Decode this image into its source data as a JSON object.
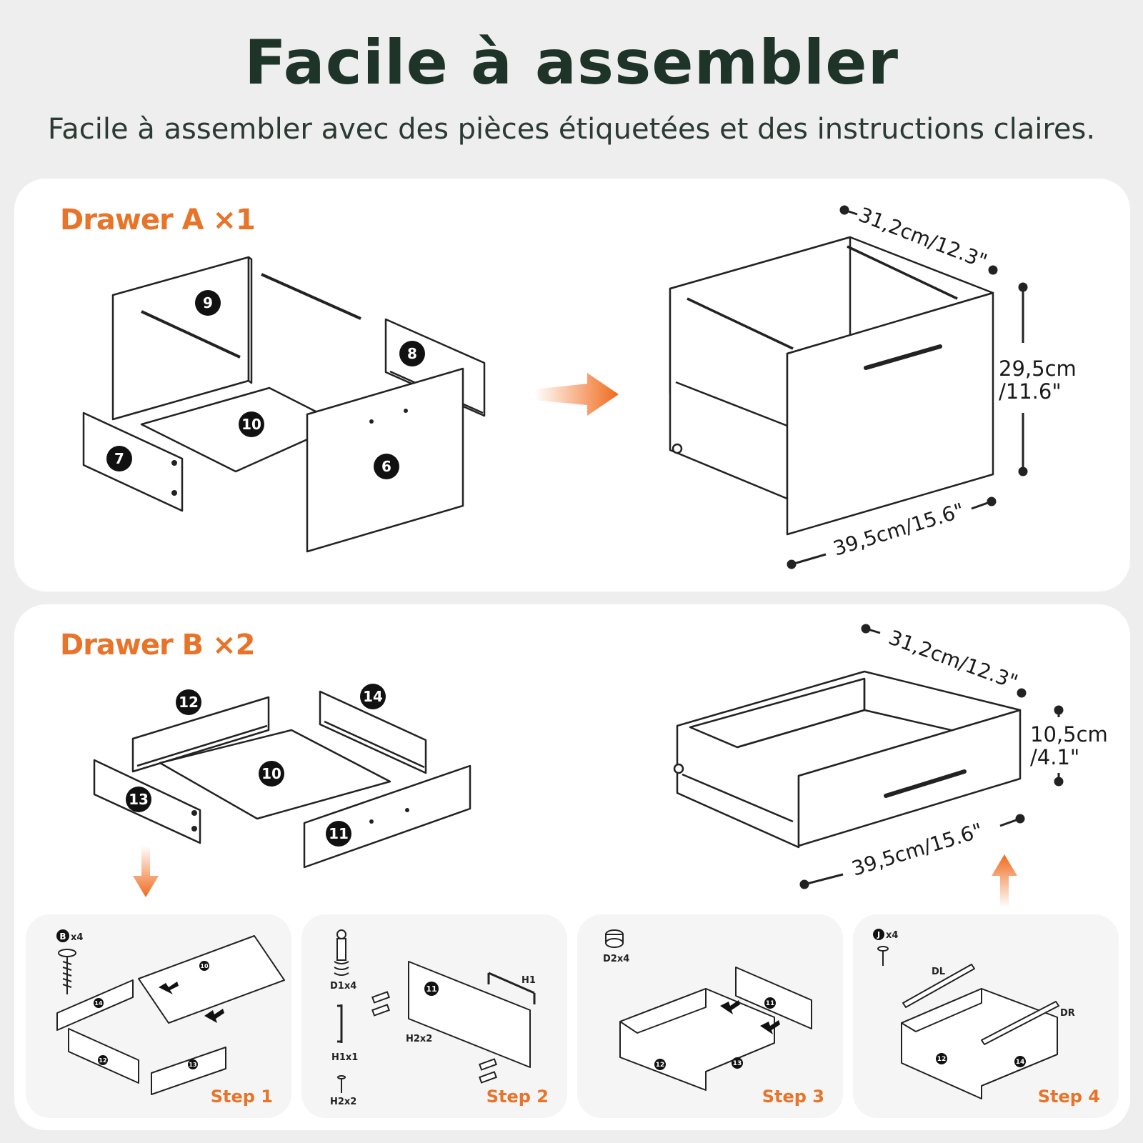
{
  "header": {
    "title": "Facile à assembler",
    "subtitle": "Facile à assembler avec des pièces étiquetées et des instructions claires."
  },
  "drawer_a": {
    "label": "Drawer A ×1",
    "parts": [
      "9",
      "8",
      "10",
      "7",
      "6"
    ],
    "dimensions": {
      "depth": "31,2cm/12.3\"",
      "height_line1": "29,5cm",
      "height_line2": "/11.6\"",
      "width": "39,5cm/15.6\""
    }
  },
  "drawer_b": {
    "label": "Drawer B ×2",
    "parts": [
      "12",
      "14",
      "10",
      "13",
      "11"
    ],
    "dimensions": {
      "depth": "31,2cm/12.3\"",
      "height_line1": "10,5cm",
      "height_line2": "/4.1\"",
      "width": "39,5cm/15.6\""
    }
  },
  "steps": [
    {
      "label": "Step 1",
      "hardware": "B",
      "hardware_count": "x4",
      "parts": [
        "14",
        "10",
        "12",
        "13"
      ]
    },
    {
      "label": "Step 2",
      "hardware": [
        "D1x4",
        "H1x1",
        "H2x2",
        "H1",
        "H2x2"
      ],
      "parts": [
        "11"
      ]
    },
    {
      "label": "Step 3",
      "hardware": [
        "D2x4"
      ],
      "parts": [
        "11",
        "12",
        "13"
      ]
    },
    {
      "label": "Step 4",
      "hardware": "J",
      "hardware_count": "x4",
      "rails": [
        "DL",
        "DR"
      ],
      "parts": [
        "12",
        "14"
      ]
    }
  ],
  "colors": {
    "accent": "#e8742a",
    "title": "#1f3429",
    "line": "#222222"
  }
}
